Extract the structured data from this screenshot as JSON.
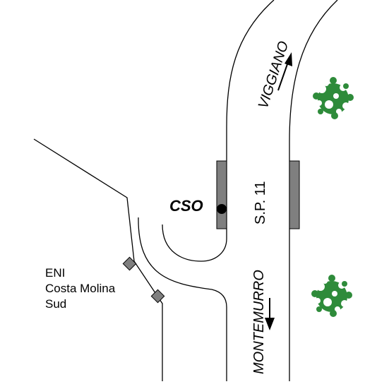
{
  "map": {
    "road_name": "S.P. 11",
    "direction_north": "VIGGIANO",
    "direction_south": "MONTEMURRO",
    "station_label": "CSO",
    "site_label_lines": [
      "ENI",
      "Costa Molina",
      "Sud"
    ],
    "colors": {
      "line": "#000000",
      "barrier": "#7f7f7f",
      "tree": "#2e8b3a",
      "background": "#ffffff"
    },
    "icons": [
      "tree-icon",
      "tree-icon",
      "arrow-up-icon",
      "arrow-down-icon",
      "station-dot-icon",
      "gate-marker-icon"
    ]
  }
}
